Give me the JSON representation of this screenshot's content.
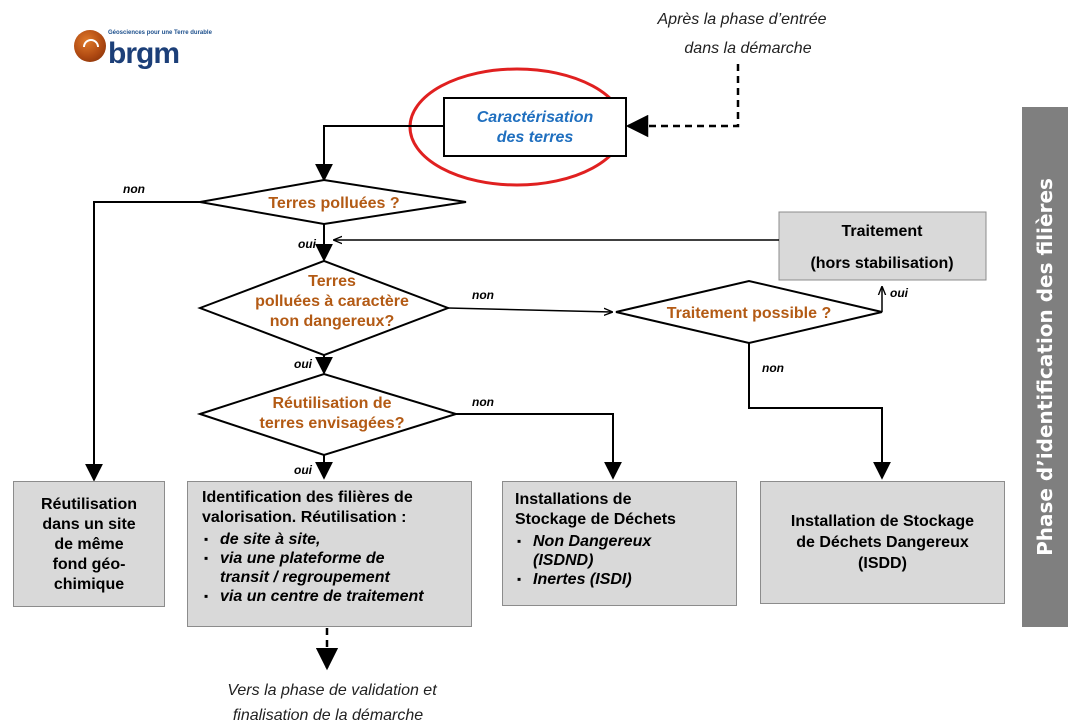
{
  "logo": {
    "name": "brgm",
    "tagline": "Géosciences pour une Terre durable"
  },
  "notes": {
    "top": [
      "Après la phase d’entrée",
      "dans la démarche"
    ],
    "bottom": [
      "Vers la phase de validation et",
      "finalisation de la démarche"
    ]
  },
  "start_box": [
    "Caractérisation",
    "des terres"
  ],
  "decisions": {
    "d1": [
      "Terres polluées ?"
    ],
    "d2": [
      "Terres",
      "polluées à caractère",
      "non dangereux?"
    ],
    "d3": [
      "Réutilisation de",
      "terres envisagées?"
    ],
    "d4": [
      "Traitement possible ?"
    ]
  },
  "edge_labels": {
    "non_d1": "non",
    "oui_d1": "oui",
    "non_d2": "non",
    "oui_d2": "oui",
    "non_d3": "non",
    "oui_d3": "oui",
    "oui_d4": "oui",
    "non_d4": "non"
  },
  "traitement_box": [
    "Traitement",
    "(hors stabilisation)"
  ],
  "outcomes": {
    "reuse_site": [
      "Réutilisation",
      "dans un site",
      "de même",
      "fond géo-",
      "chimique"
    ],
    "identification": {
      "title_lines": [
        "Identification des filières de",
        "valorisation. Réutilisation :"
      ],
      "items": [
        "de site à site,",
        "via une plateforme de transit / regroupement",
        "via un centre de traitement"
      ]
    },
    "stockage": {
      "title_lines": [
        "Installations de",
        "Stockage de Déchets"
      ],
      "items": [
        "Non Dangereux (ISDND)",
        "Inertes (ISDI)"
      ]
    },
    "isdd": [
      "Installation de Stockage",
      "de Déchets Dangereux",
      "(ISDD)"
    ]
  },
  "side_label": "Phase d’identification des filières",
  "colors": {
    "decision_text": "#b35a14",
    "start_text": "#1f6fbf",
    "highlight_ellipse": "#e02020",
    "box_fill": "#d9d9d9",
    "side_fill": "#7f7f7f"
  }
}
